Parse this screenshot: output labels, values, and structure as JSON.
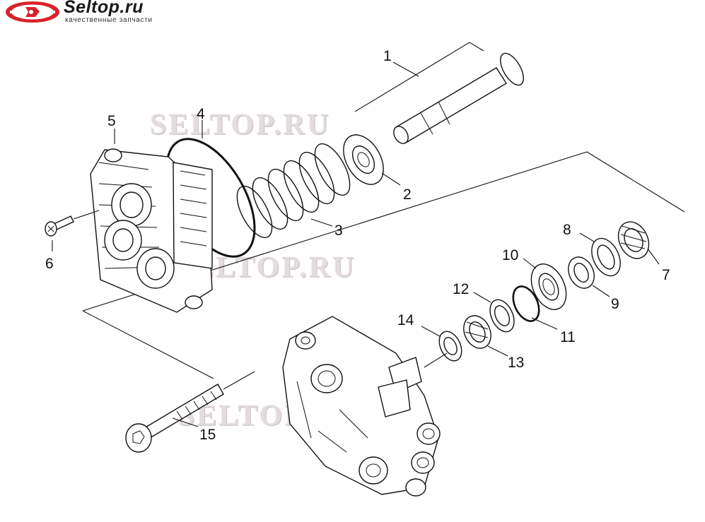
{
  "brand": {
    "name": "Seltop.ru",
    "tagline": "качественные запчасти",
    "badge_color": "#d8232a"
  },
  "watermarks": [
    "SELTOP.RU",
    "SELTOP.RU",
    "SELTOP.RU"
  ],
  "callouts": [
    {
      "id": "1",
      "part": "piston"
    },
    {
      "id": "2",
      "part": "piston-seal-washer"
    },
    {
      "id": "3",
      "part": "spring"
    },
    {
      "id": "4",
      "part": "o-ring-large"
    },
    {
      "id": "5",
      "part": "swash-housing"
    },
    {
      "id": "6",
      "part": "screw"
    },
    {
      "id": "7",
      "part": "cap-ring"
    },
    {
      "id": "8",
      "part": "flat-washer"
    },
    {
      "id": "9",
      "part": "seal-ring"
    },
    {
      "id": "10",
      "part": "seal-holder"
    },
    {
      "id": "11",
      "part": "o-ring-small"
    },
    {
      "id": "12",
      "part": "support-ring"
    },
    {
      "id": "13",
      "part": "grooved-seal"
    },
    {
      "id": "14",
      "part": "spacer-ring"
    },
    {
      "id": "15",
      "part": "socket-cap-bolt"
    }
  ]
}
